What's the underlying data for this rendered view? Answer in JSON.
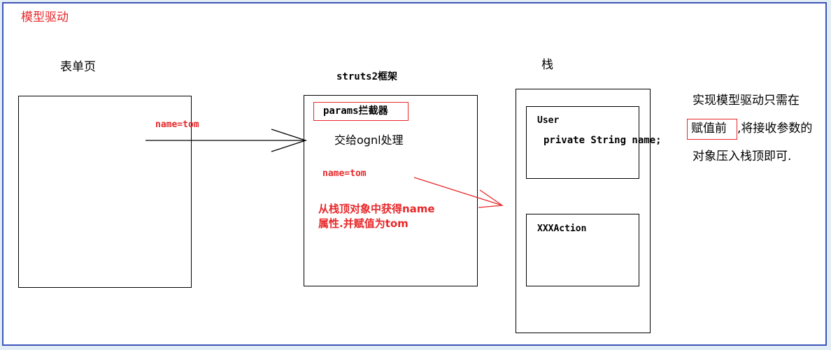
{
  "title": "模型驱动",
  "form_page": {
    "label": "表单页"
  },
  "param_label": "name=tom",
  "framework": {
    "label": "struts2框架",
    "interceptor": "params拦截器",
    "handoff": "交给ognl处理",
    "param": "name=tom",
    "note_line1": "从栈顶对象中获得name",
    "note_line2": "属性.并赋值为tom"
  },
  "stack": {
    "label": "栈",
    "user_box": {
      "line1": "User",
      "line2": "private String name;"
    },
    "action_box": {
      "line1": "XXXAction"
    }
  },
  "explanation": {
    "line1": "实现模型驱动只需在",
    "line2_highlight": "赋值前",
    "line2_rest": ",将接收参数的",
    "line3": "对象压入栈顶即可."
  },
  "colors": {
    "accent_red": "#e8282a",
    "frame_blue": "#3b55b8",
    "page_bg": "#e3edf6"
  }
}
